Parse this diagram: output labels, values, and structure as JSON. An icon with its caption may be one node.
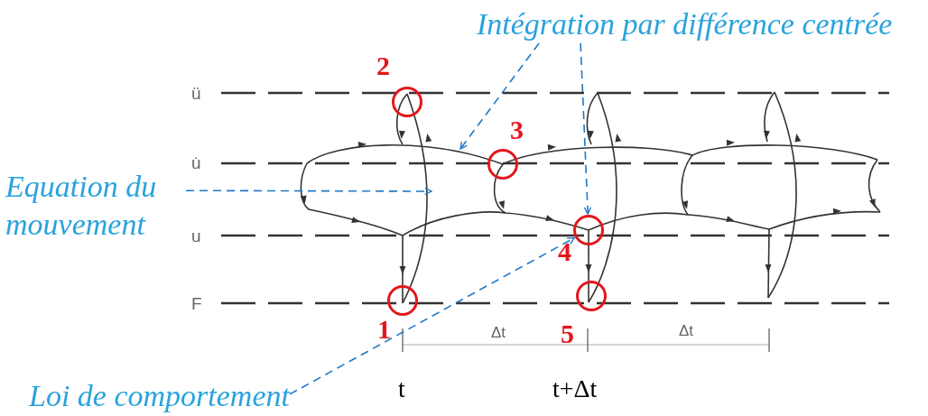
{
  "diagram": {
    "nodes": [
      {
        "text": [
          "Intégration par différence centrée"
        ]
      },
      {
        "text": [],
        "shape": "circle",
        "beside": [
          "2"
        ]
      },
      {
        "text": [],
        "shape": "circle",
        "beside": [
          "3"
        ]
      },
      {
        "text": [
          "Equation du mouvement"
        ]
      },
      {
        "text": [],
        "shape": "circle",
        "beside": [
          "4"
        ]
      },
      {
        "text": [],
        "shape": "circle",
        "beside": [
          "1"
        ]
      },
      {
        "text": [],
        "shape": "circle",
        "beside": [
          "5"
        ]
      },
      {
        "text": [
          "Loi de comportement"
        ]
      }
    ],
    "edges": [
      {
        "from": 0,
        "to": null,
        "arrow": "to"
      },
      {
        "from": 0,
        "to": 4,
        "arrow": "to"
      },
      {
        "from": 3,
        "to": null,
        "arrow": "to"
      },
      {
        "from": 7,
        "to": 4,
        "arrow": "to"
      }
    ],
    "labels": [
      "ü",
      "u̇",
      "u",
      "F",
      "Δt",
      "Δt",
      "t",
      "t+Δt"
    ]
  }
}
